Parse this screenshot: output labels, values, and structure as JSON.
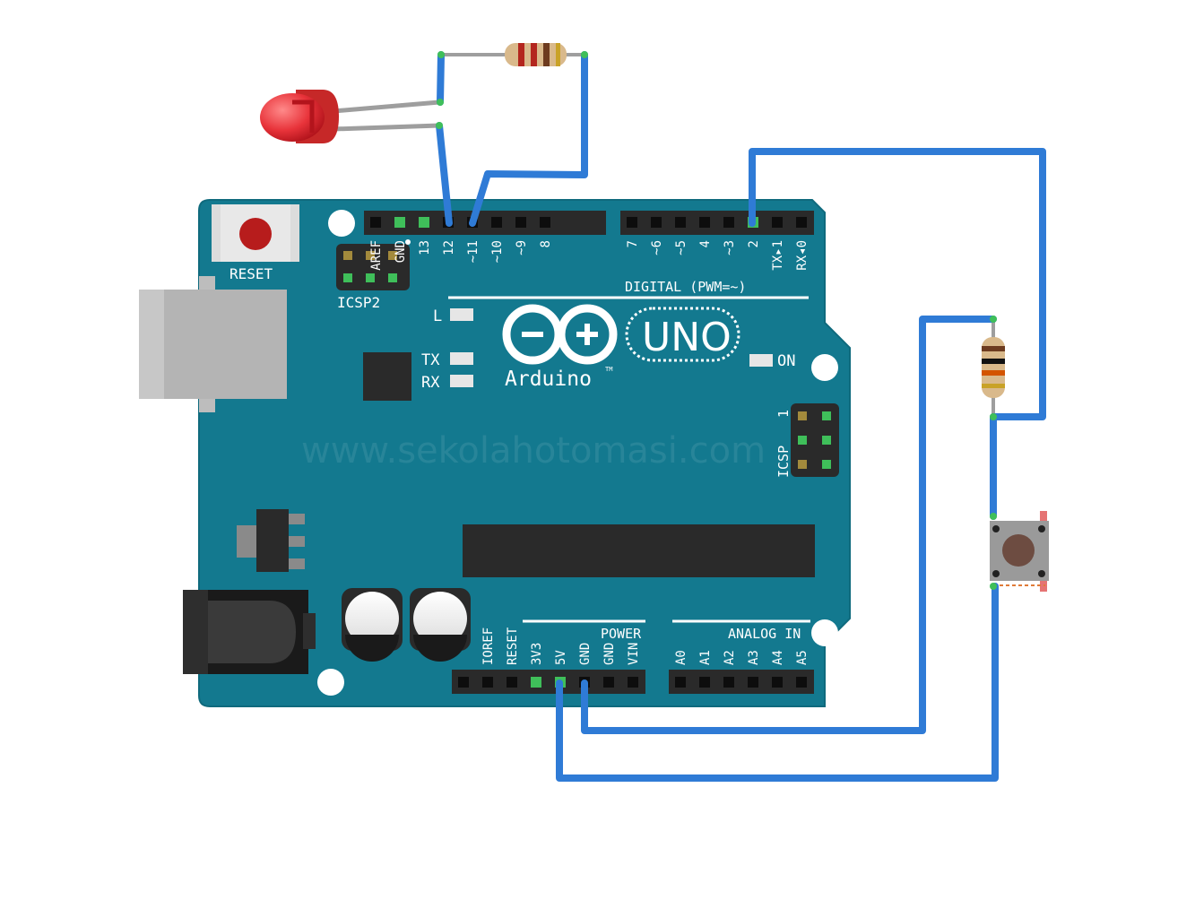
{
  "board": {
    "reset_label": "RESET",
    "icsp2_label": "ICSP2",
    "icsp_label": "ICSP",
    "icsp_pin1_label": "1",
    "led_l_label": "L",
    "led_tx_label": "TX",
    "led_rx_label": "RX",
    "led_on_label": "ON",
    "uno_label": "UNO",
    "brand_label": "Arduino",
    "tm_label": "TM",
    "digital_label": "DIGITAL (PWM=~)",
    "power_label": "POWER",
    "analog_label": "ANALOG IN",
    "watermark": "www.sekolahotomasi.com",
    "digital_pins_left": [
      "AREF",
      "GND",
      "13",
      "12",
      "~11",
      "~10",
      "~9",
      "8"
    ],
    "digital_pins_right": [
      "7",
      "~6",
      "~5",
      "4",
      "~3",
      "2",
      "TX▸1",
      "RX◂0"
    ],
    "power_pins": [
      "IOREF",
      "RESET",
      "3V3",
      "5V",
      "GND",
      "GND",
      "VIN"
    ],
    "analog_pins": [
      "A0",
      "A1",
      "A2",
      "A3",
      "A4",
      "A5"
    ]
  },
  "colors": {
    "board": "#13798f",
    "board_edge": "#0f6a7d",
    "wire": "#2f7bd6",
    "header": "#2a2a2a",
    "led": "#e8333a",
    "resistor_body": "#d9b98b",
    "pin_highlight": "#3fbf5a"
  },
  "components": {
    "led": "led-red",
    "resistor_1": "resistor-220",
    "resistor_2": "resistor-10k",
    "button": "push-button"
  }
}
